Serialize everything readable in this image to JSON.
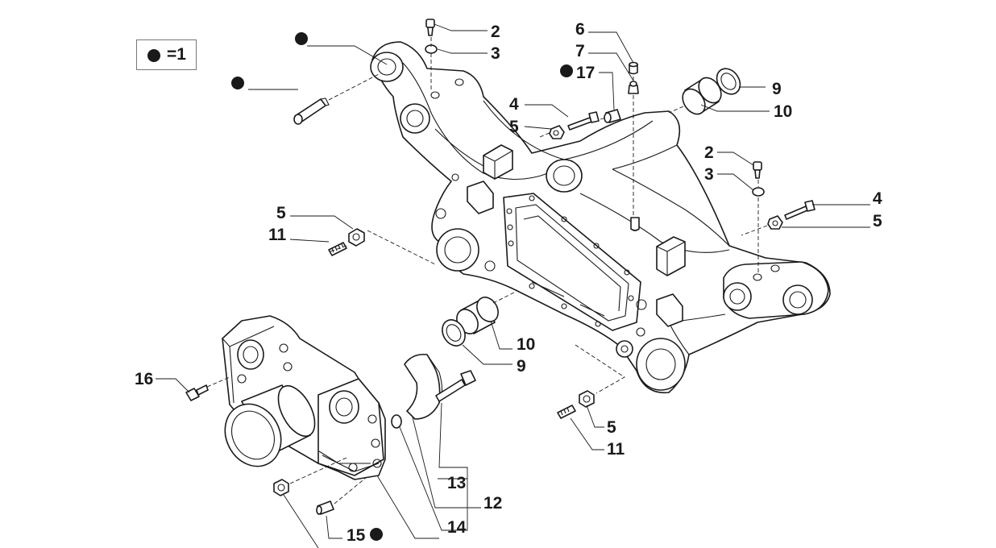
{
  "legend": {
    "symbol": "filled-circle",
    "text": "=1"
  },
  "callouts": {
    "c2a": "2",
    "c3a": "3",
    "c6": "6",
    "c7": "7",
    "c17": "17",
    "c9a": "9",
    "c10a": "10",
    "c4a": "4",
    "c5a": "5",
    "c2b": "2",
    "c3b": "3",
    "c4b": "4",
    "c5b": "5",
    "c5c": "5",
    "c11a": "11",
    "c10b": "10",
    "c9b": "9",
    "c16": "16",
    "c5d": "5",
    "c11b": "11",
    "c13": "13",
    "c12": "12",
    "c14": "14",
    "c15": "15"
  },
  "colors": {
    "ink": "#1a1a1a",
    "background": "#ffffff",
    "shade": "#d9d9d9"
  }
}
